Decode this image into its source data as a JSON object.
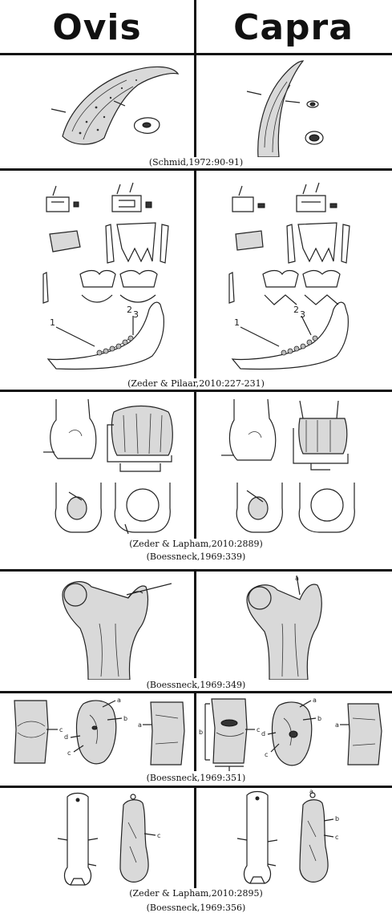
{
  "headers": {
    "left": "Ovis",
    "right": "Capra"
  },
  "citations": {
    "horn": "(Schmid,1972:90-91)",
    "teeth": "(Zeder & Pilaar,2010:227-231)",
    "humerus_a": "(Zeder & Lapham,2010:2889)",
    "humerus_b": "(Boessneck,1969:339)",
    "femur": "(Boessneck,1969:349)",
    "astragalus": "(Boessneck,1969:351)",
    "phalanx_a": "(Zeder & Lapham,2010:2895)",
    "phalanx_b": "(Boessneck,1969:356)"
  },
  "labels": {
    "teeth_num": [
      "1",
      "2",
      "3"
    ],
    "astragalus_letters": [
      "a",
      "b",
      "c",
      "d"
    ],
    "phalanx_letters": [
      "a",
      "b",
      "c"
    ]
  }
}
